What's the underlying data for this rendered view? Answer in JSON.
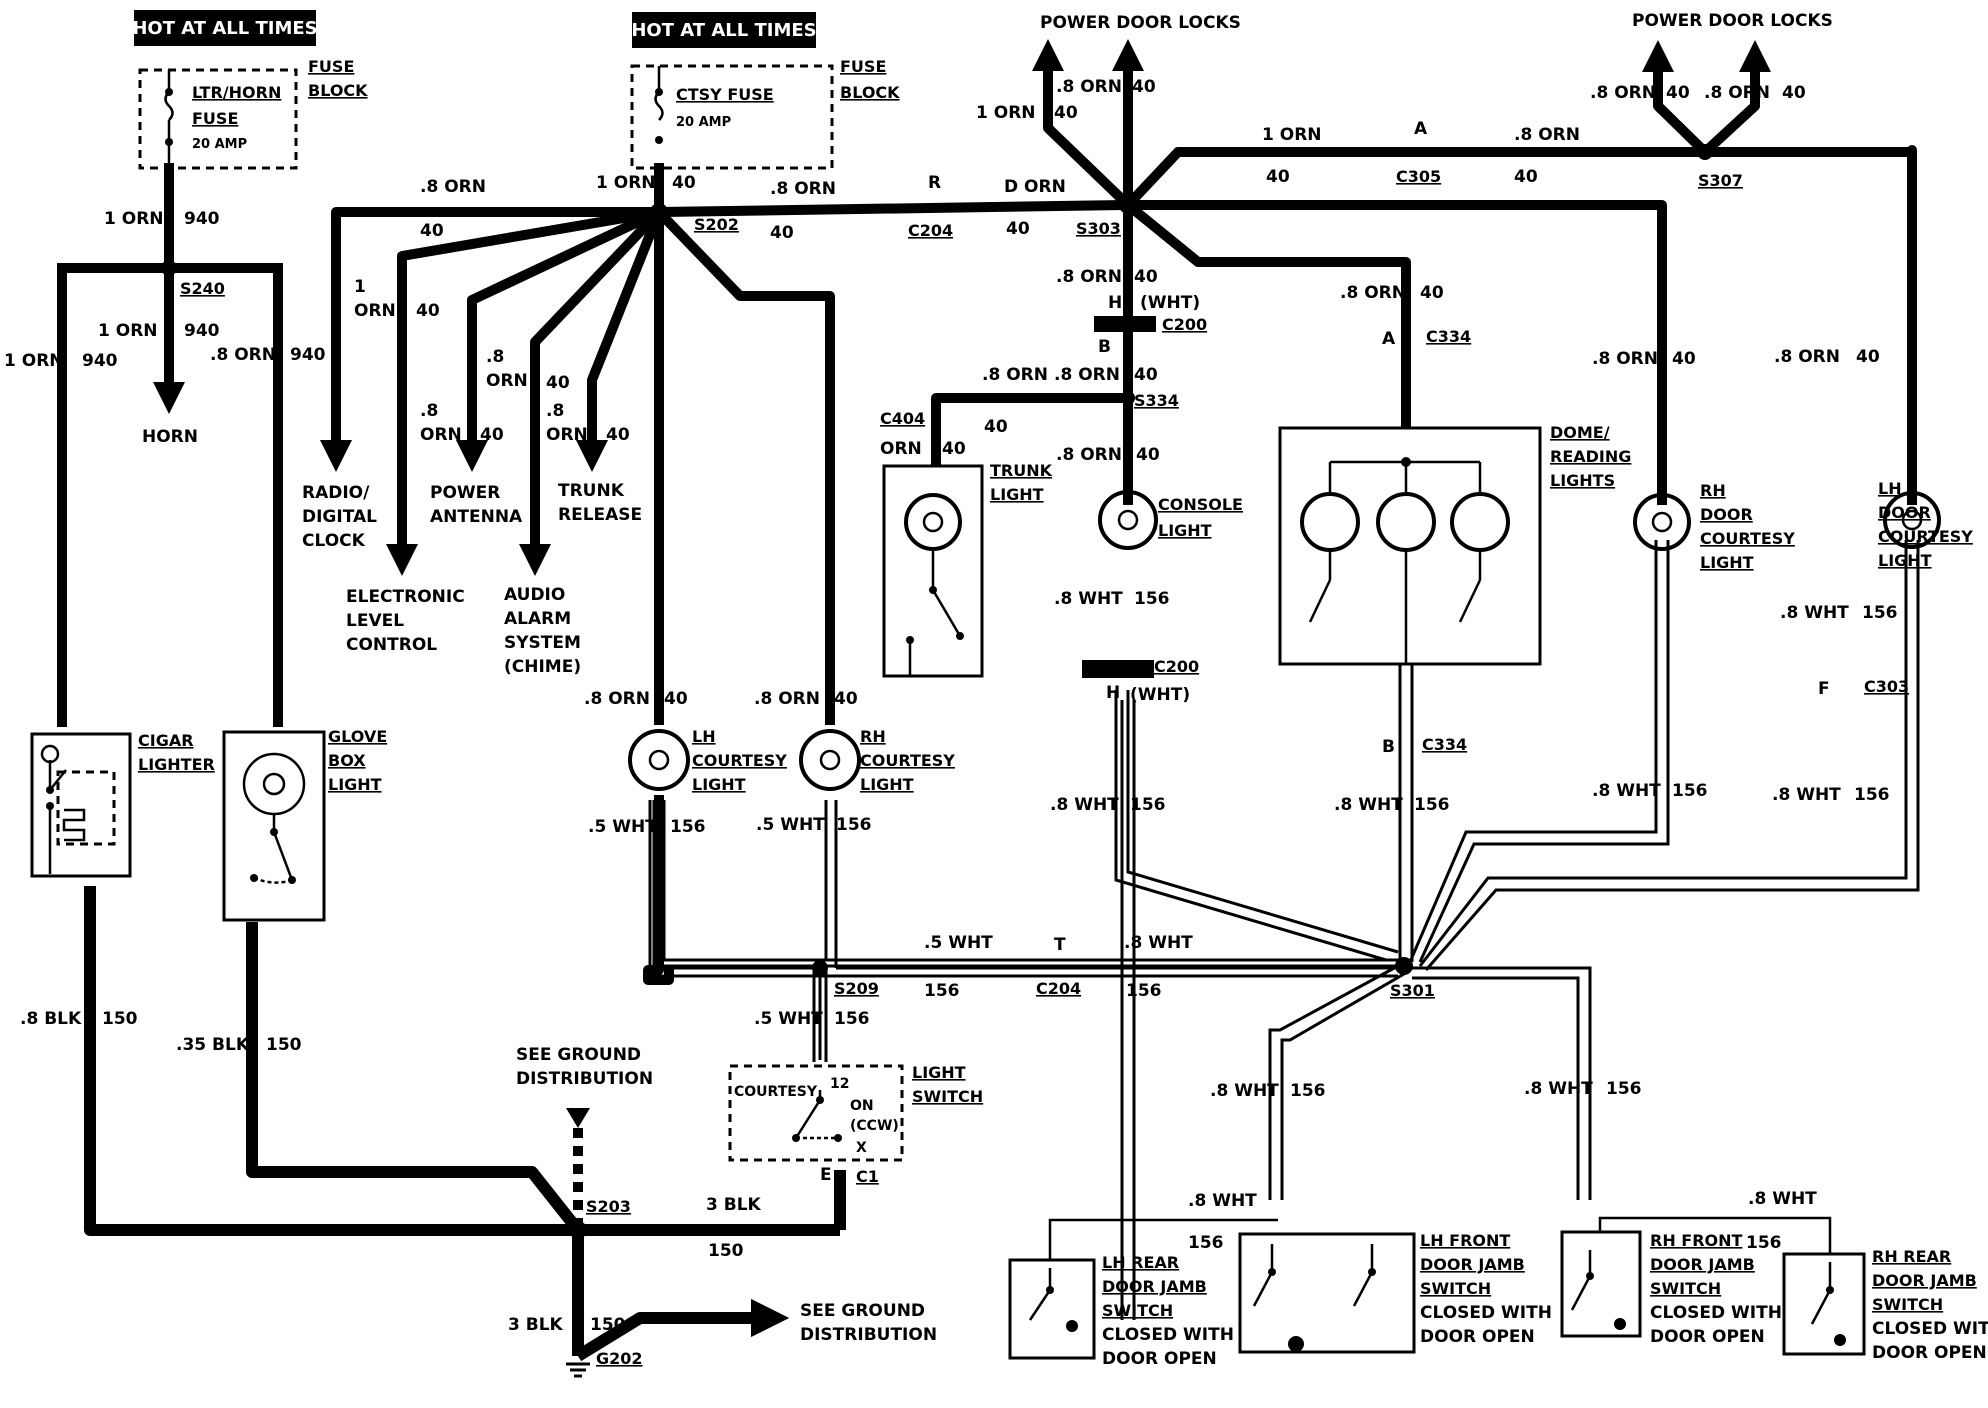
{
  "hot_at_all_times": "HOT AT ALL TIMES",
  "fuse_block": [
    "FUSE",
    "BLOCK"
  ],
  "ltr_horn_fuse": [
    "LTR/HORN",
    "FUSE",
    "20 AMP"
  ],
  "ctsy_fuse": [
    "CTSY FUSE",
    "20 AMP"
  ],
  "power_door_locks": "POWER DOOR LOCKS",
  "splices": [
    "S240",
    "S202",
    "S303",
    "S307",
    "S334",
    "S301",
    "S209",
    "S203",
    "G202"
  ],
  "connectors": [
    "C204",
    "C305",
    "C200",
    "C334",
    "C404",
    "C303",
    "C1"
  ],
  "wires": {
    "orn_1": "1 ORN",
    "orn_8": ".8 ORN",
    "d_orn": "D ORN",
    "orn_1_split": [
      "1",
      "ORN"
    ],
    "orn_8_split": [
      ".8",
      "ORN"
    ],
    "orn_short": "ORN",
    "wht_8": ".8 WHT",
    "wht_5": ".5 WHT",
    "blk_8": ".8 BLK",
    "blk_35": ".35 BLK",
    "blk_3": "3 BLK",
    "c940": "940",
    "c40": "40",
    "c156": "156",
    "c150": "150"
  },
  "pins": {
    "A": "A",
    "R": "R",
    "H": "H",
    "B": "B",
    "F": "F",
    "T": "T",
    "E": "E",
    "X": "X",
    "twelve": "12",
    "wht_paren": "(WHT)"
  },
  "loads": {
    "horn": "HORN",
    "radio": [
      "RADIO/",
      "DIGITAL",
      "CLOCK"
    ],
    "elc": [
      "ELECTRONIC",
      "LEVEL",
      "CONTROL"
    ],
    "antenna": [
      "POWER",
      "ANTENNA"
    ],
    "alarm": [
      "AUDIO",
      "ALARM",
      "SYSTEM",
      "(CHIME)"
    ],
    "trunk_release": [
      "TRUNK",
      "RELEASE"
    ],
    "trunk_light": [
      "TRUNK",
      "LIGHT"
    ],
    "console_light": [
      "CONSOLE",
      "LIGHT"
    ],
    "dome": [
      "DOME/",
      "READING",
      "LIGHTS"
    ],
    "rh_door_courtesy": [
      "RH",
      "DOOR",
      "COURTESY",
      "LIGHT"
    ],
    "lh_door_courtesy": [
      "LH",
      "DOOR",
      "COURTESY",
      "LIGHT"
    ],
    "cigar": [
      "CIGAR",
      "LIGHTER"
    ],
    "glove": [
      "GLOVE",
      "BOX",
      "LIGHT"
    ],
    "lh_courtesy": [
      "LH",
      "COURTESY",
      "LIGHT"
    ],
    "rh_courtesy": [
      "RH",
      "COURTESY",
      "LIGHT"
    ],
    "light_switch": [
      "LIGHT",
      "SWITCH"
    ],
    "courtesy": "COURTESY",
    "on_ccw": [
      "ON",
      "(CCW)"
    ],
    "see_ground": [
      "SEE GROUND",
      "DISTRIBUTION"
    ],
    "lh_rear_jamb": [
      "LH REAR",
      "DOOR JAMB",
      "SWITCH",
      "CLOSED WITH",
      "DOOR OPEN"
    ],
    "lh_front_jamb": [
      "LH FRONT",
      "DOOR JAMB",
      "SWITCH",
      "CLOSED WITH",
      "DOOR OPEN"
    ],
    "rh_front_jamb": [
      "RH FRONT",
      "DOOR JAMB",
      "SWITCH",
      "CLOSED WITH",
      "DOOR OPEN"
    ],
    "rh_rear_jamb": [
      "RH REAR",
      "DOOR JAMB",
      "SWITCH",
      "CLOSED WITH",
      "DOOR OPEN"
    ]
  }
}
